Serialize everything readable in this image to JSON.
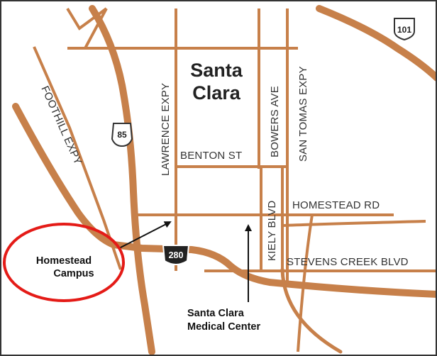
{
  "city": {
    "line1": "Santa",
    "line2": "Clara"
  },
  "streets": {
    "lawrence": "LAWRENCE EXPY",
    "bowers": "BOWERS AVE",
    "san_tomas": "SAN TOMAS EXPY",
    "foothill": "FOOTHILL EXPY",
    "benton": "BENTON ST",
    "kiely": "KIELY BLVD",
    "homestead": "HOMESTEAD RD",
    "stevens_creek": "STEVENS CREEK BLVD"
  },
  "shields": {
    "us101": "101",
    "ca85": "85",
    "i280": "280"
  },
  "places": {
    "homestead_campus": {
      "line1": "Homestead",
      "line2": "Campus"
    },
    "medical_center": {
      "line1": "Santa Clara",
      "line2": "Medical Center"
    }
  },
  "colors": {
    "road": "#C7804A",
    "frame": "#333333",
    "circle": "#E41B17",
    "arrow": "#111111"
  }
}
